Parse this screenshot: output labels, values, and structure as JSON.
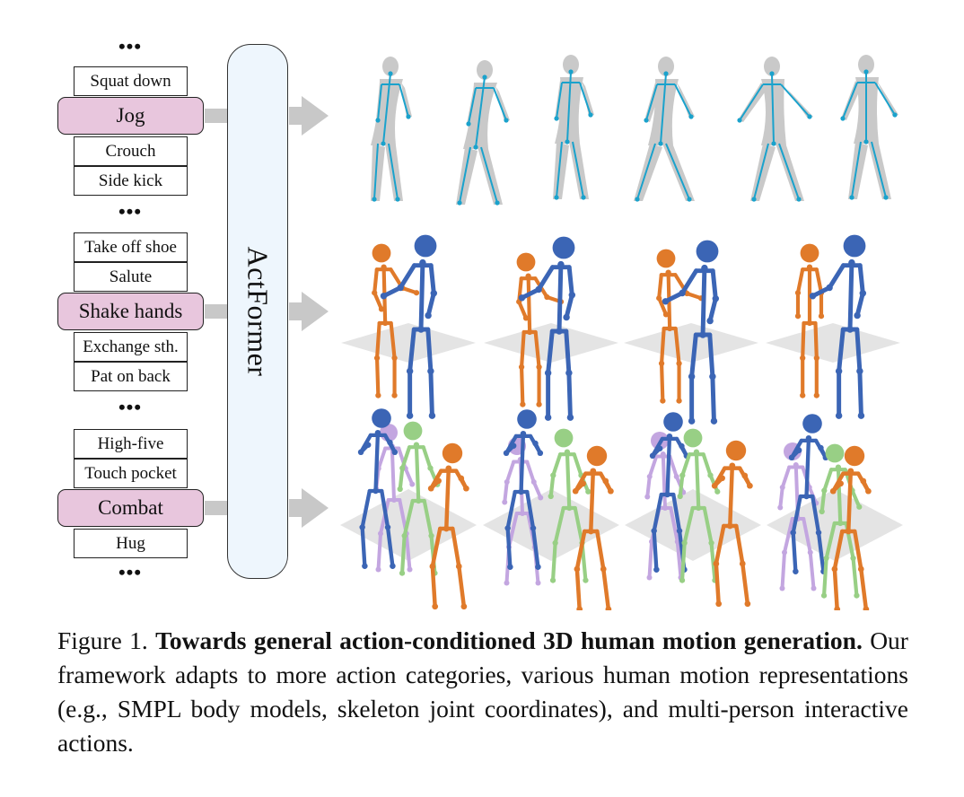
{
  "model": {
    "name": "ActFormer"
  },
  "ellipsis": "•••",
  "groups": [
    {
      "before": [
        "Squat down"
      ],
      "selected": "Jog",
      "after": [
        "Crouch",
        "Side kick"
      ]
    },
    {
      "before": [
        "Take off shoe",
        "Salute"
      ],
      "selected": "Shake hands",
      "after": [
        "Exchange sth.",
        "Pat on back"
      ]
    },
    {
      "before": [
        "High-five",
        "Touch pocket"
      ],
      "selected": "Combat",
      "after": [
        "Hug"
      ]
    }
  ],
  "caption": {
    "prefix": "Figure 1. ",
    "bold": "Towards general action-conditioned 3D human motion generation.",
    "rest": " Our framework adapts to more action categories, various human motion representations (e.g., SMPL body models, skeleton joint coordinates), and multi-person interactive actions."
  },
  "colors": {
    "selected_fill": "#e8c6dd",
    "model_fill": "#eef6fd",
    "arrow": "#c8c8c8",
    "body_mesh": "#c9c9c9",
    "skeleton_cyan": "#1aa2cc",
    "person_orange": "#e07a2a",
    "person_blue": "#3b65b5",
    "person_green": "#98cf85",
    "person_purple": "#c3a6e0",
    "floor": "#e4e4e4"
  }
}
